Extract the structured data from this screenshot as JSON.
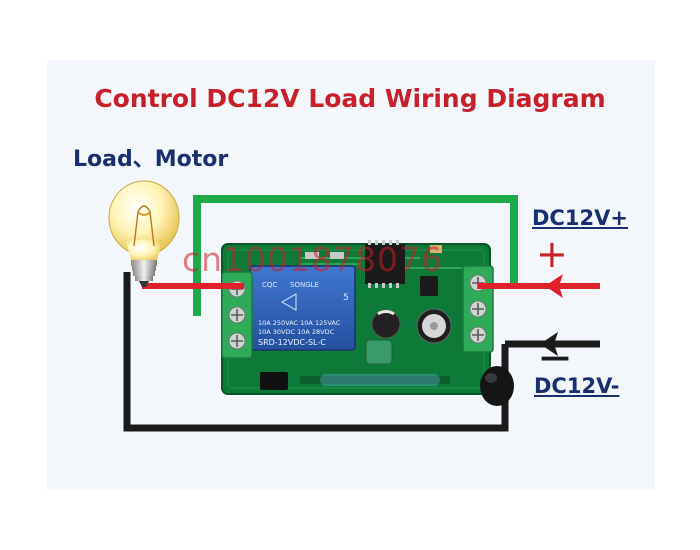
{
  "diagram": {
    "title": "Control DC12V Load Wiring Diagram",
    "load_label": "Load、Motor",
    "positive_label": "DC12V+",
    "negative_label": "DC12V-",
    "plus_sign": "+",
    "minus_sign": "—",
    "watermark": "cn1001878076",
    "relay_lines": [
      "SONGLE",
      "10A 250VAC  10A 125VAC",
      "10A 30VDC  10A 28VDC",
      "SRD-12VDC-SL-C"
    ],
    "relay_badge": "5",
    "relay_mark": "CQC",
    "colors": {
      "title": "#c8202a",
      "labels": "#1a2f6e",
      "positive_wire": "#e0202a",
      "negative_wire": "#1a1a1a",
      "loop_wire": "#1faa4a",
      "board": "#0d7a3a",
      "relay": "#2b5fb8",
      "terminal": "#2faa58"
    }
  }
}
